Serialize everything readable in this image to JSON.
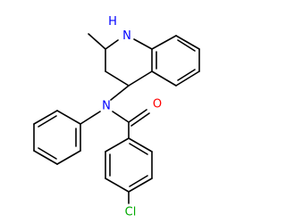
{
  "molecule": {
    "atoms": {
      "nh": "N\nH",
      "n_amide": "N",
      "o": "O",
      "cl": "Cl"
    },
    "colors": {
      "bond": "#000000",
      "nitrogen": "#0000ff",
      "oxygen": "#ff0000",
      "chlorine": "#00aa00"
    }
  }
}
